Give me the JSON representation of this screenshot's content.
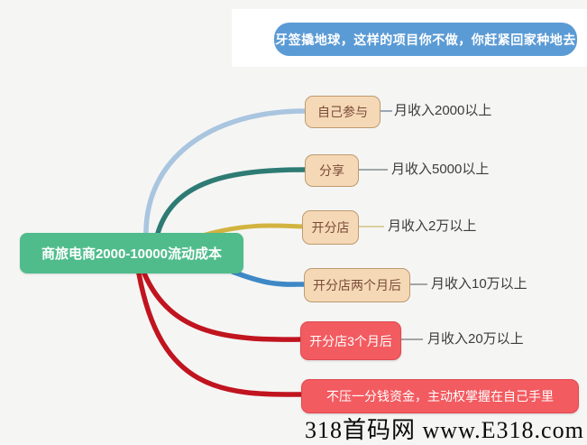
{
  "banner": {
    "text": "牙签撬地球，这样的项目你不做，你赶紧回家种地去",
    "background": "#5b9bd5"
  },
  "root": {
    "label": "商旅电商2000-10000流动成本",
    "background": "#50bc8c"
  },
  "branches": [
    {
      "label": "自己参与",
      "result": "月收入2000以上",
      "box_style": "tan",
      "line_color": "#a9c5df"
    },
    {
      "label": "分享",
      "result": "月收入5000以上",
      "box_style": "tan",
      "line_color": "#2e7b74"
    },
    {
      "label": "开分店",
      "result": "月收入2万以上",
      "box_style": "tan",
      "line_color": "#d2b33f"
    },
    {
      "label": "开分店两个月后",
      "result": "月收入10万以上",
      "box_style": "tan",
      "line_color": "#3e88c6"
    },
    {
      "label": "开分店3个月后",
      "result": "月收入20万以上",
      "box_style": "red",
      "line_color": "#c0141f"
    },
    {
      "label": "不压一分钱资金，主动权掌握在自己手里",
      "result": "",
      "box_style": "red",
      "line_color": "#c0141f"
    }
  ],
  "watermark": {
    "text": "318首码网 www.E318.com"
  },
  "colors": {
    "page_background": "#f5f5f4",
    "banner_blue": "#5b9bd5",
    "root_green": "#50bc8c",
    "tan_box_fill": "#f5d9b6",
    "tan_box_border": "#bd9a6f",
    "tan_box_text": "#7b4a38",
    "red_box_fill": "#f25b60",
    "line_light_blue": "#a9c5df",
    "line_teal": "#2e7b74",
    "line_gold": "#d2b33f",
    "line_blue": "#3e88c6",
    "line_red": "#c0141f",
    "connector_gray": "#a5a5a5"
  }
}
